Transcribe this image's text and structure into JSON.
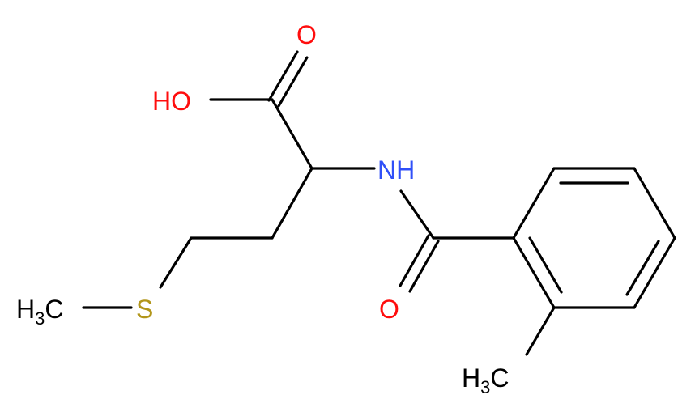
{
  "atoms": {
    "carbonyl_o_acid": {
      "text": "O",
      "color": "#ff0d0d"
    },
    "hydroxyl": {
      "text": "HO",
      "color": "#ff0d0d"
    },
    "amide_nh": {
      "text": "NH",
      "color": "#3050f8"
    },
    "amide_o": {
      "text": "O",
      "color": "#ff0d0d"
    },
    "sulfur": {
      "text": "S",
      "color": "#b2961b"
    },
    "methyl_s": {
      "h": "H",
      "sub": "3",
      "c": "C"
    },
    "methyl_ring": {
      "h": "H",
      "sub": "3",
      "c": "C"
    }
  },
  "colors": {
    "bond": "#000000",
    "carbon": "#000000"
  }
}
